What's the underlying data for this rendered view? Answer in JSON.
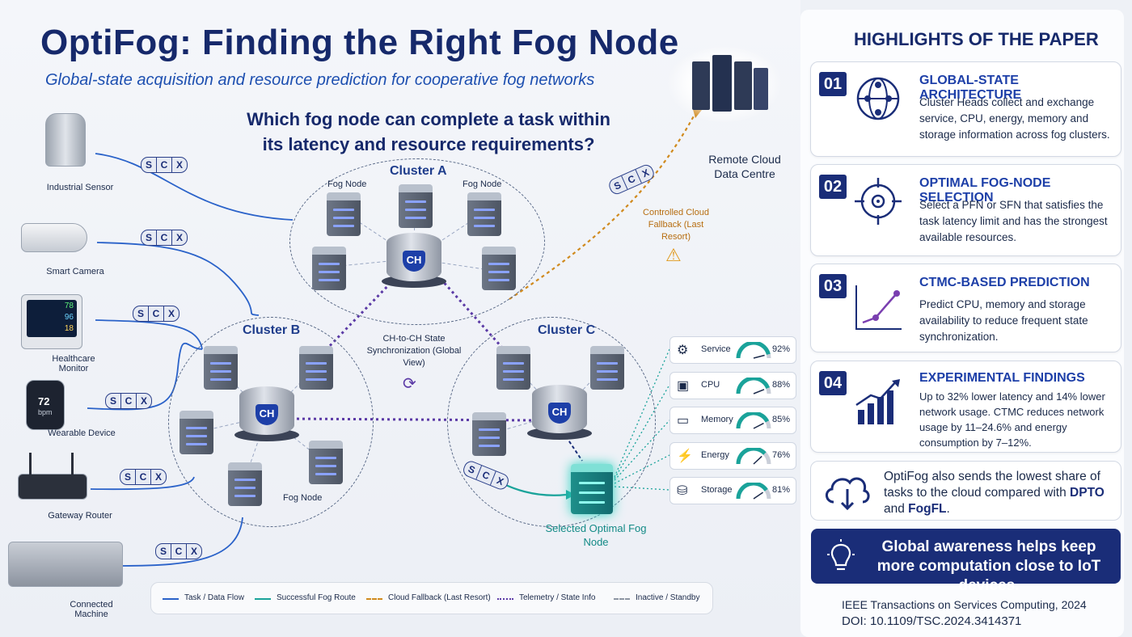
{
  "title": "OptiFog: Finding the Right Fog Node",
  "subtitle": "Global-state acquisition and resource prediction for cooperative fog networks",
  "question": "Which fog node can complete a task within its latency and resource requirements?",
  "clusters": {
    "a": {
      "label": "Cluster A",
      "node_label_left": "Fog Node",
      "node_label_right": "Fog Node"
    },
    "b": {
      "label": "Cluster B",
      "node_label": "Fog Node"
    },
    "c": {
      "label": "Cluster C"
    }
  },
  "ch_label": "CH",
  "sync_label": "CH-to-CH State Synchronization (Global View)",
  "cloud": {
    "label": "Remote Cloud Data Centre",
    "fallback": "Controlled Cloud Fallback (Last Resort)"
  },
  "selected_node": "Selected Optimal Fog Node",
  "scx": [
    "S",
    "C",
    "X"
  ],
  "devices": [
    {
      "label": "Industrial Sensor"
    },
    {
      "label": "Smart Camera"
    },
    {
      "label": "Healthcare Monitor",
      "readings": [
        "78",
        "96",
        "18"
      ]
    },
    {
      "label": "Wearable Device",
      "reading": "72",
      "unit": "bpm"
    },
    {
      "label": "Gateway Router"
    },
    {
      "label": "Connected Machine"
    }
  ],
  "metrics": [
    {
      "name": "Service",
      "value": "92%",
      "fraction": 0.92,
      "icon": "gear-icon"
    },
    {
      "name": "CPU",
      "value": "88%",
      "fraction": 0.88,
      "icon": "cpu-icon"
    },
    {
      "name": "Memory",
      "value": "85%",
      "fraction": 0.85,
      "icon": "memory-icon"
    },
    {
      "name": "Energy",
      "value": "76%",
      "fraction": 0.76,
      "icon": "lightning-icon"
    },
    {
      "name": "Storage",
      "value": "81%",
      "fraction": 0.81,
      "icon": "database-icon"
    }
  ],
  "legend": [
    {
      "label": "Task / Data Flow",
      "color": "#2a62c9",
      "style": "solid"
    },
    {
      "label": "Successful Fog Route",
      "color": "#1aa39a",
      "style": "solid"
    },
    {
      "label": "Cloud Fallback (Last Resort)",
      "color": "#d08a1e",
      "style": "dashed"
    },
    {
      "label": "Telemetry / State Info",
      "color": "#5b3aa6",
      "style": "dotted"
    },
    {
      "label": "Inactive / Standby",
      "color": "#8d95a3",
      "style": "dashed"
    }
  ],
  "highlights": {
    "title": "HIGHLIGHTS OF THE PAPER",
    "items": [
      {
        "num": "01",
        "title": "GLOBAL-STATE ARCHITECTURE",
        "text": "Cluster Heads collect and exchange service, CPU, energy, memory and storage information across fog clusters."
      },
      {
        "num": "02",
        "title": "OPTIMAL FOG-NODE SELECTION",
        "text": "Select a PFN or SFN that satisfies the task latency limit and has the strongest available resources."
      },
      {
        "num": "03",
        "title": "CTMC-BASED PREDICTION",
        "text": "Predict CPU, memory and storage availability to reduce frequent state synchronization."
      },
      {
        "num": "04",
        "title": "EXPERIMENTAL FINDINGS",
        "text": "Up to 32% lower latency and 14% lower network usage. CTMC reduces network usage by 11–24.6% and energy consumption by 7–12%."
      }
    ],
    "cloud_note_pre": "OptiFog also sends the lowest share of tasks to the cloud compared with ",
    "cloud_note_b1": "DPTO",
    "cloud_note_mid": " and ",
    "cloud_note_b2": "FogFL",
    "cloud_note_end": ".",
    "banner": "Global awareness helps keep more computation close to IoT devices.",
    "journal": "IEEE Transactions on Services Computing, 2024",
    "doi": "DOI: 10.1109/TSC.2024.3414371"
  }
}
